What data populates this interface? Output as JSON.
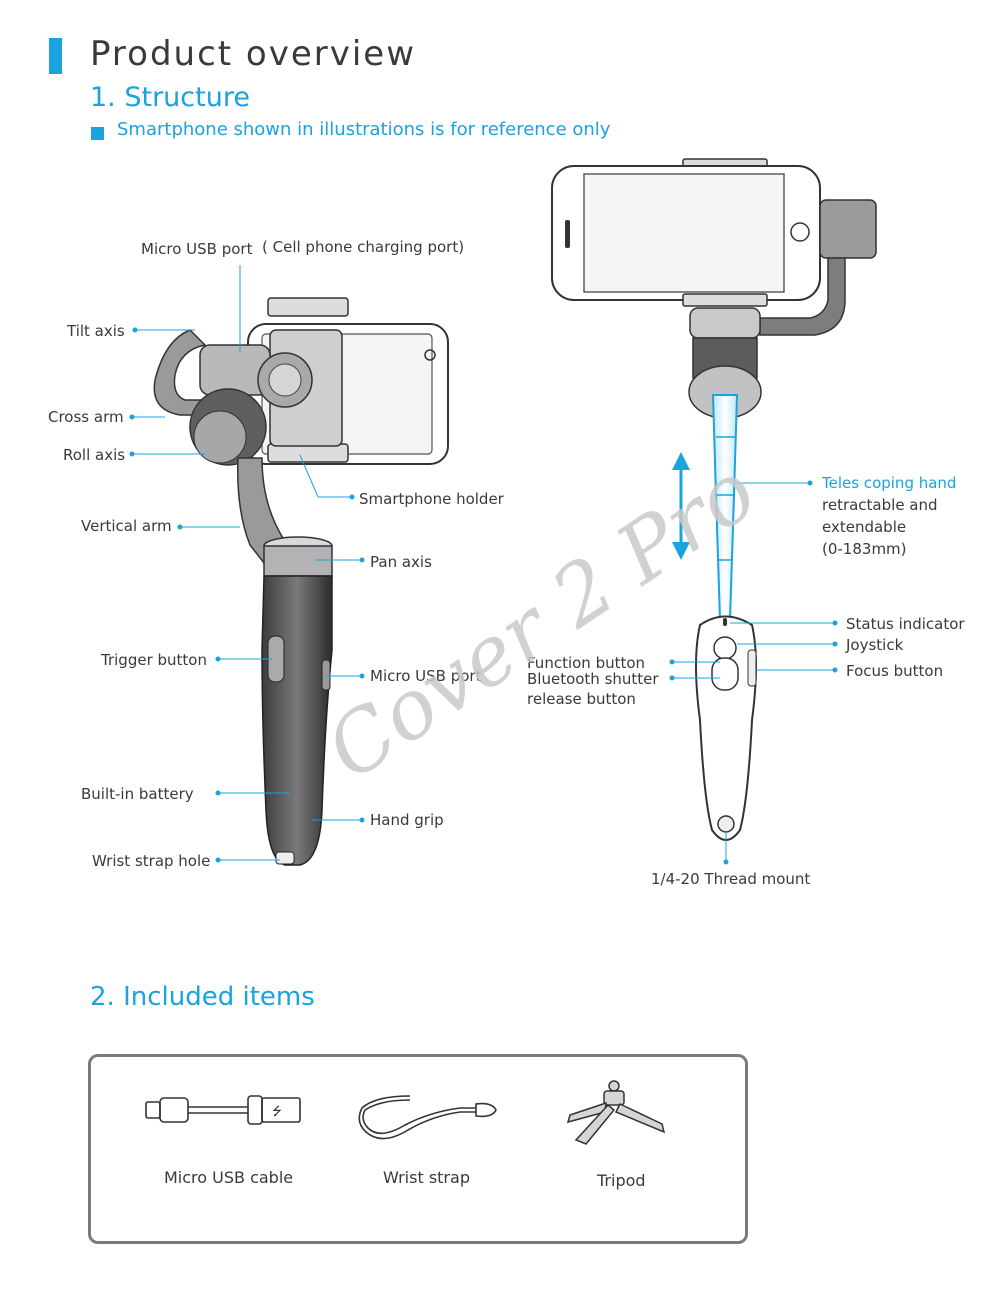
{
  "header": {
    "title": "Product overview",
    "section1": "1.   Structure",
    "note": "Smartphone shown in illustrations is  for reference only"
  },
  "left_labels": {
    "micro_usb_top": "Micro USB port",
    "charging": "( Cell phone charging port)",
    "tilt_axis": "Tilt axis",
    "cross_arm": "Cross arm",
    "roll_axis": "Roll axis",
    "smartphone_holder": "Smartphone holder",
    "vertical_arm": "Vertical arm",
    "pan_axis": "Pan axis",
    "trigger_button": "Trigger button",
    "micro_usb_side": "Micro USB port",
    "built_in_battery": "Built-in battery",
    "hand_grip": "Hand grip",
    "wrist_strap_hole": "Wrist strap hole"
  },
  "right_labels": {
    "telescoping": "Teles coping hand",
    "retractable": "retractable and",
    "extendable": "extendable",
    "range": "(0-183mm)",
    "status_indicator": "Status indicator",
    "joystick": "Joystick",
    "function_button": "Function button",
    "bluetooth": "Bluetooth shutter",
    "release": "release button",
    "focus_button": "Focus button",
    "thread_mount": "1/4-20 Thread mount"
  },
  "section2": {
    "title": "2. Included items",
    "items": [
      "Micro USB  cable",
      "Wrist strap",
      "Tripod"
    ]
  },
  "watermark": "Cover 2 Pro",
  "colors": {
    "accent": "#1aa3dc",
    "text": "#3a3a3a",
    "line": "#555555"
  }
}
